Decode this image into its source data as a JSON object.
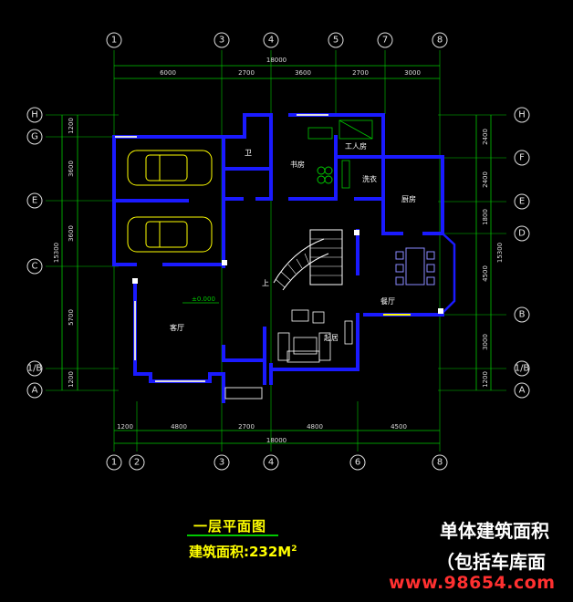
{
  "grid_top": [
    "1",
    "3",
    "4",
    "5",
    "7",
    "8"
  ],
  "grid_bottom": [
    "1",
    "2",
    "3",
    "4",
    "6",
    "8"
  ],
  "grid_left": [
    "H",
    "G",
    "E",
    "C",
    "1/B",
    "A"
  ],
  "grid_right": [
    "H",
    "F",
    "E",
    "D",
    "B",
    "1/B",
    "A"
  ],
  "dims_top": [
    "6000",
    "2700",
    "3600",
    "2700",
    "3000"
  ],
  "dims_top_total": "18000",
  "dims_bottom": [
    "1200",
    "4800",
    "2700",
    "4800",
    "4500"
  ],
  "dims_bottom_total": "18000",
  "dims_left": [
    "1200",
    "3600",
    "3600",
    "5700",
    "1200"
  ],
  "dims_left_total": "15300",
  "dims_right": [
    "2400",
    "2400",
    "1800",
    "4500",
    "3000",
    "1200"
  ],
  "dims_right_total": "15300",
  "rooms": {
    "wc": "卫",
    "study": "书房",
    "servant": "工人房",
    "laundry": "洗衣",
    "kitchen": "厨房",
    "dining": "餐厅",
    "living": "客厅",
    "lounge": "起居",
    "up": "上",
    "level": "±0.000"
  },
  "title": "一层平面图",
  "area_label": "建筑面积:232M",
  "area_sup": "2",
  "right_line1": "单体建筑面积",
  "right_line2": "（包括车库面",
  "watermark": "www.98654.com"
}
